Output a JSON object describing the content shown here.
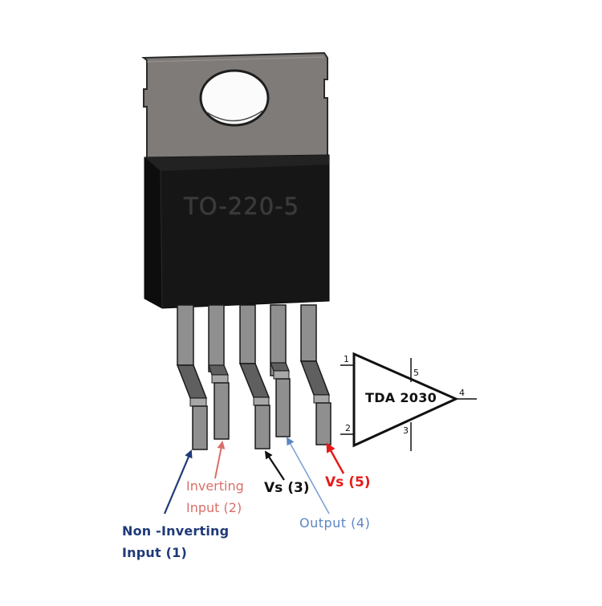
{
  "package": {
    "marking": "TO-220-5",
    "tab_color": "#7f7b78",
    "body_color": "#141414",
    "lead_color": "#8a8a8a"
  },
  "symbol": {
    "chip_label": "TDA 2030",
    "pin_numbers": [
      "1",
      "2",
      "3",
      "4",
      "5"
    ]
  },
  "pins": [
    {
      "number": 1,
      "label_lines": [
        "Non -Inverting",
        "Input (1)"
      ],
      "color": "#1f3a78"
    },
    {
      "number": 2,
      "label_lines": [
        "Inverting",
        "Input (2)"
      ],
      "color": "#d9706a"
    },
    {
      "number": 3,
      "label_lines": [
        "Vs (3)"
      ],
      "color": "#111111"
    },
    {
      "number": 4,
      "label_lines": [
        "Output (4)"
      ],
      "color": "#5b86c4"
    },
    {
      "number": 5,
      "label_lines": [
        "Vs (5)"
      ],
      "color": "#e51b1b"
    }
  ]
}
